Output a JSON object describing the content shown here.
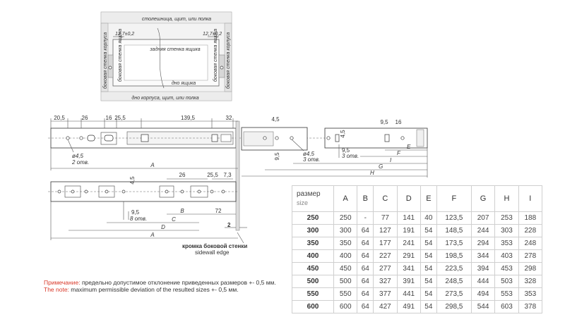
{
  "top_view": {
    "labels": {
      "top_panel": "столешница, щит, или полка",
      "back_wall": "задняя стенка ящика",
      "side_wall_left": "боковая стенка корпуса",
      "drawer_side_left": "боковая стенка ящика",
      "drawer_side_right": "боковая стенка ящика",
      "side_wall_right": "боковая стенка корпуса",
      "drawer_bottom": "дно ящика",
      "bottom_panel": "дно корпуса, щит, или полка",
      "gap_left": "12,7±0,2",
      "gap_right": "12,7±0,2"
    }
  },
  "rail_view": {
    "dims_top": [
      "20,5",
      "26",
      "16",
      "25,5",
      "139,5",
      "32",
      "4,5",
      "9,5",
      "16",
      "4,5"
    ],
    "hole_note": {
      "diameter": "ø4,5",
      "count": "2 отв."
    },
    "rear_note": {
      "diameter": "ø4,5",
      "count": "3 отв."
    },
    "height_9_5": "9,5",
    "rear_3_holes": {
      "value": "9,5",
      "count": "3 отв."
    },
    "front_3_holes": {
      "value": "4,5",
      "count": "3 отв."
    },
    "letters": [
      "E",
      "F",
      "I",
      "G",
      "H"
    ],
    "overall": "A"
  },
  "bracket_view": {
    "dims": [
      "4,5",
      "26",
      "25,5",
      "7,3",
      "9,5",
      "8 отв.",
      "72",
      "2"
    ],
    "letters": [
      "B",
      "C",
      "D",
      "A"
    ],
    "edge_label_ru": "кромка боковой стенки",
    "edge_label_en": "sidewall edge"
  },
  "table": {
    "size_label_ru": "размер",
    "size_label_en": "size",
    "columns": [
      "A",
      "B",
      "C",
      "D",
      "E",
      "F",
      "G",
      "H",
      "I"
    ],
    "rows": [
      {
        "size": "250",
        "values": [
          "250",
          "-",
          "77",
          "141",
          "40",
          "123,5",
          "207",
          "253",
          "188"
        ]
      },
      {
        "size": "300",
        "values": [
          "300",
          "64",
          "127",
          "191",
          "54",
          "148,5",
          "244",
          "303",
          "228"
        ]
      },
      {
        "size": "350",
        "values": [
          "350",
          "64",
          "177",
          "241",
          "54",
          "173,5",
          "294",
          "353",
          "248"
        ]
      },
      {
        "size": "400",
        "values": [
          "400",
          "64",
          "227",
          "291",
          "54",
          "198,5",
          "344",
          "403",
          "278"
        ]
      },
      {
        "size": "450",
        "values": [
          "450",
          "64",
          "277",
          "341",
          "54",
          "223,5",
          "394",
          "453",
          "298"
        ]
      },
      {
        "size": "500",
        "values": [
          "500",
          "64",
          "327",
          "391",
          "54",
          "248,5",
          "444",
          "503",
          "328"
        ]
      },
      {
        "size": "550",
        "values": [
          "550",
          "64",
          "377",
          "441",
          "54",
          "273,5",
          "494",
          "553",
          "353"
        ]
      },
      {
        "size": "600",
        "values": [
          "600",
          "64",
          "427",
          "491",
          "54",
          "298,5",
          "544",
          "603",
          "378"
        ]
      }
    ]
  },
  "notes": {
    "ru_key": "Примечание:",
    "ru_text": "предельно допустимое отклонение приведенных размеров +- 0,5 мм.",
    "en_key": "The note:",
    "en_text": "maximum permissible deviation of the resulted sizes +- 0,5 мм."
  }
}
